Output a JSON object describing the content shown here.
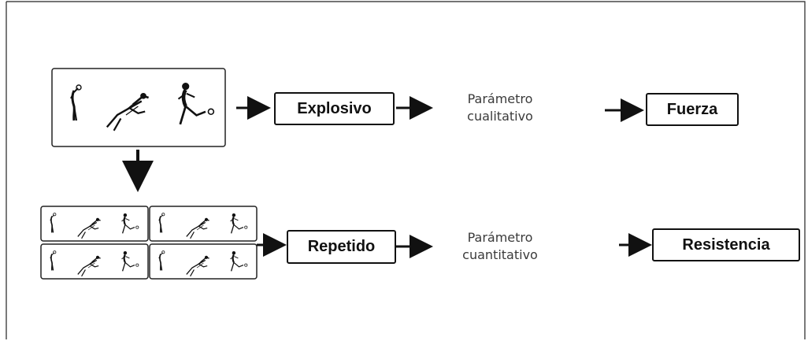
{
  "diagram": {
    "top_row": {
      "type_label": "Explosivo",
      "parameter_line1": "Parámetro",
      "parameter_line2": "cualitativo",
      "result_label": "Fuerza"
    },
    "bottom_row": {
      "type_label": "Repetido",
      "parameter_line1": "Parámetro",
      "parameter_line2": "cuantitativo",
      "result_label": "Resistencia"
    },
    "icons": [
      "thrower-figure-icon",
      "sprinter-figure-icon",
      "kicker-figure-icon",
      "arrow-right-icon",
      "arrow-down-icon"
    ]
  }
}
